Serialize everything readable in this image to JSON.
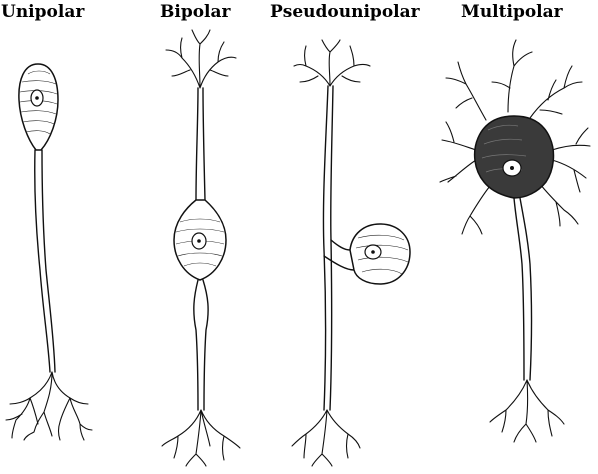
{
  "labels": {
    "unipolar": "Unipolar",
    "bipolar": "Bipolar",
    "pseudounipolar": "Pseudounipolar",
    "multipolar": "Multipolar"
  }
}
